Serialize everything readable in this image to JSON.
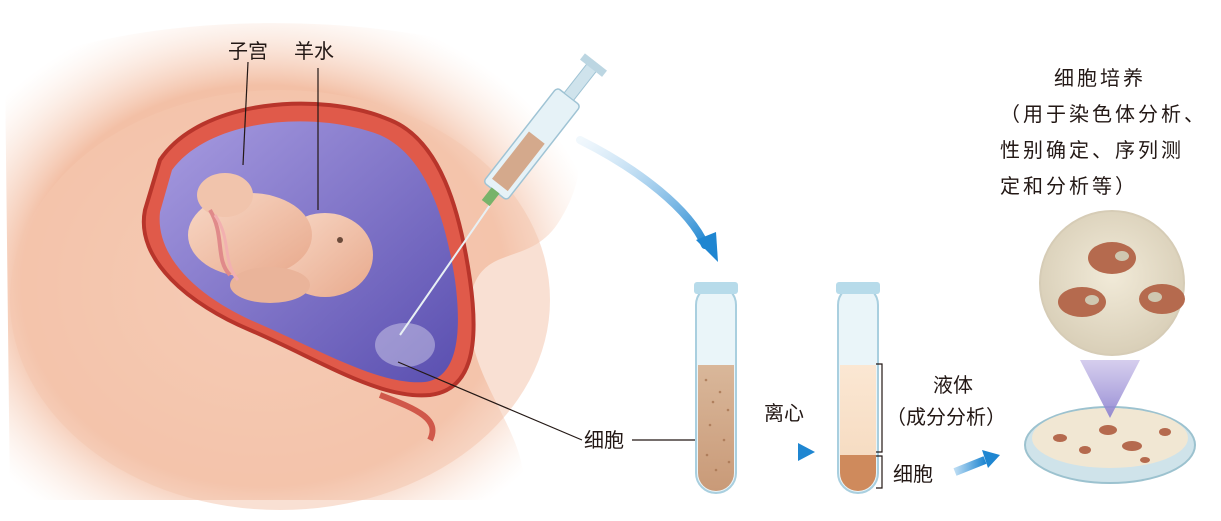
{
  "labels": {
    "uterus": "子宫",
    "amniotic_fluid": "羊水",
    "cells_left": "细胞",
    "centrifuge": "离心",
    "liquid": "液体",
    "liquid_note": "（成分分析）",
    "cells_right": "细胞",
    "culture_title": "细胞培养",
    "culture_line1": "（用于染色体分析、",
    "culture_line2": "性别确定、序列测",
    "culture_line3": "定和分析等）"
  },
  "colors": {
    "skin": "#f5c9b0",
    "uterus_red": "#d9463a",
    "amniotic_purple": "#7d6fc6",
    "arrow_blue": "#2f93d6",
    "tube_glass": "#cfe8f2",
    "tube_fluid": "#d8b08f",
    "sediment": "#c8845a",
    "cell": "#b36a52"
  }
}
